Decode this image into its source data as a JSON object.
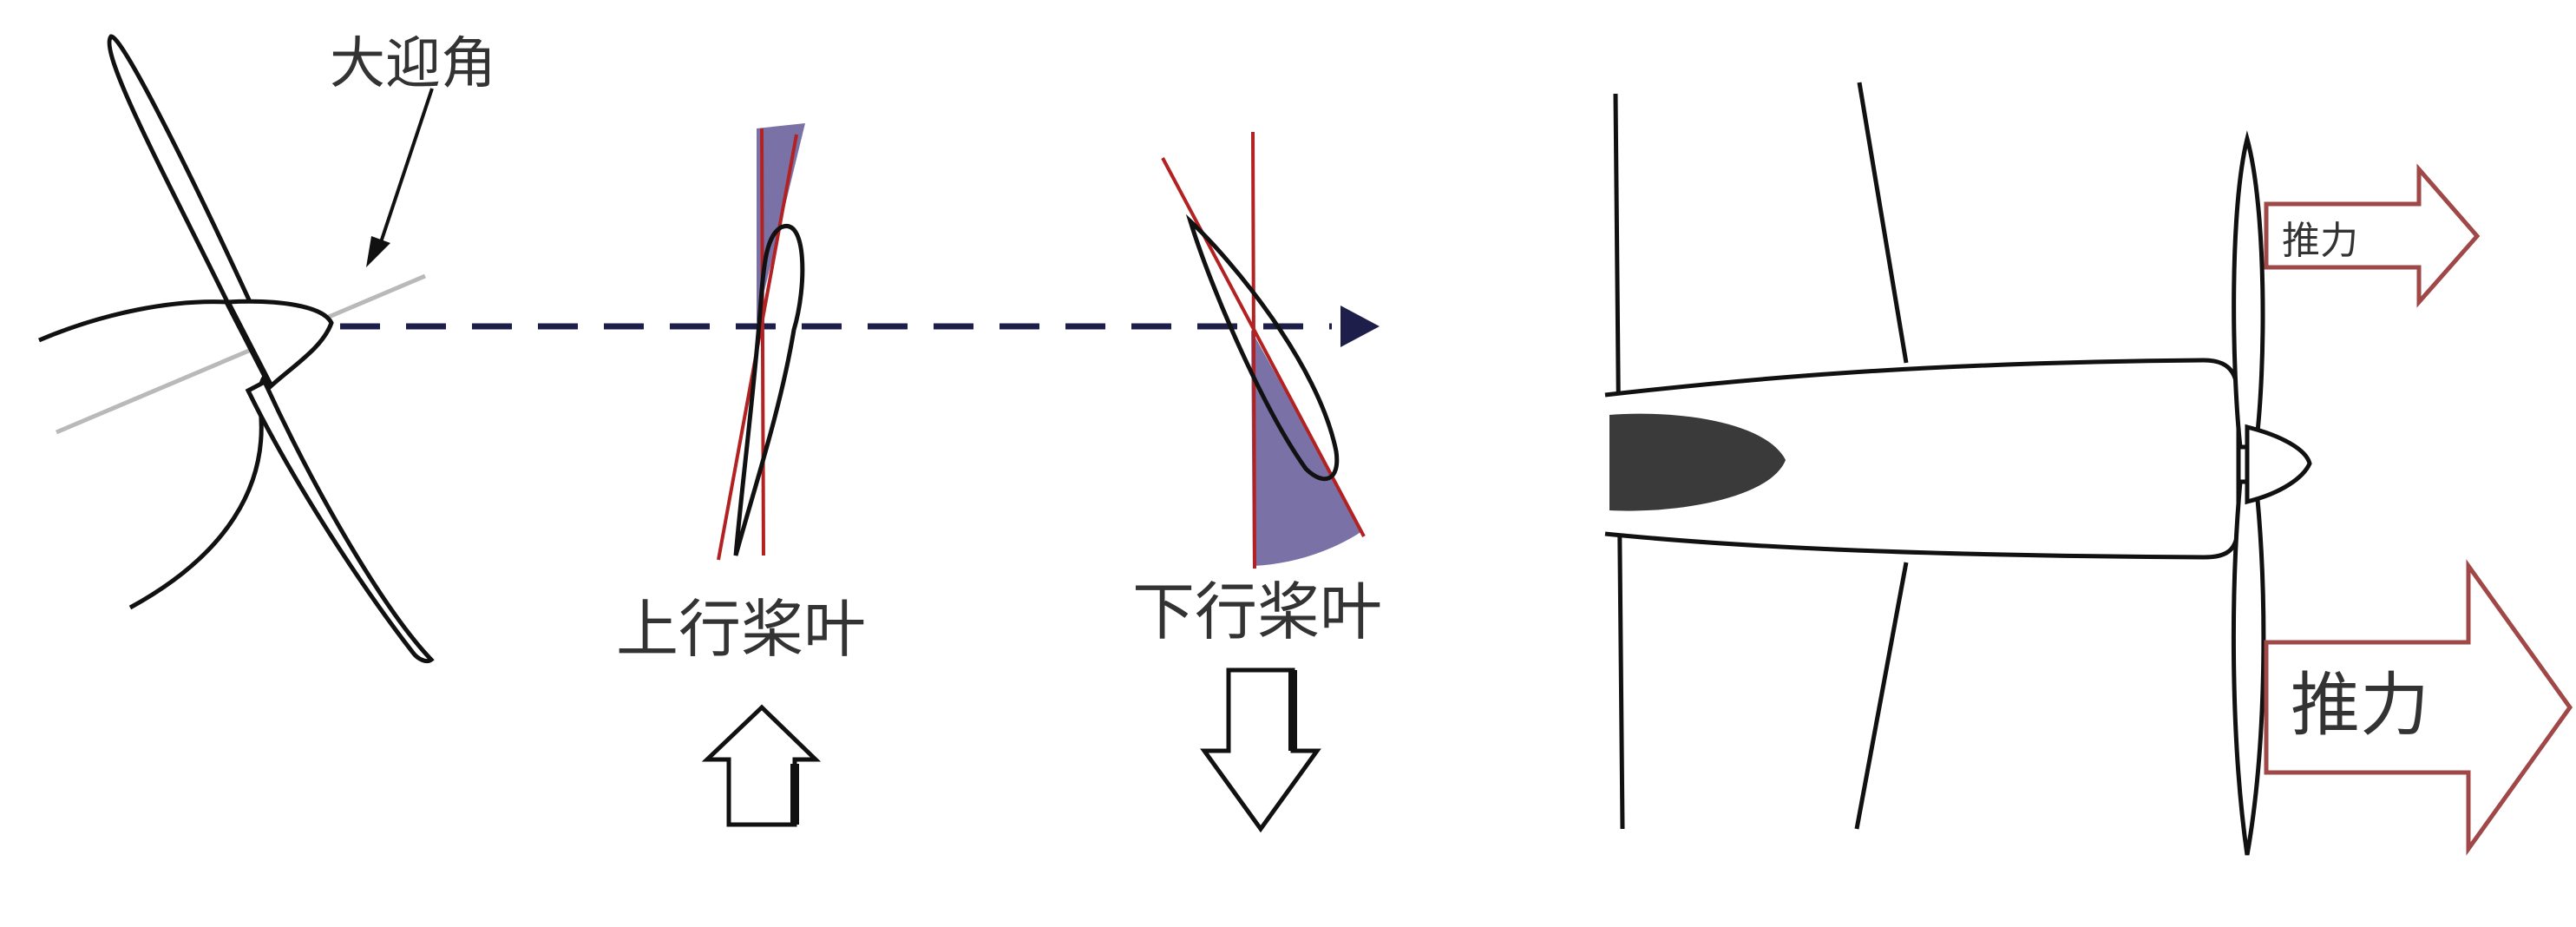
{
  "labels": {
    "high_aoa": "大迎角",
    "upgoing_blade": "上行桨叶",
    "downgoing_blade": "下行桨叶",
    "thrust_small": "推力",
    "thrust_large": "推力"
  },
  "colors": {
    "ink": "#111111",
    "dash_line": "#1e1e4a",
    "sweep_fill": "#7a72a6",
    "reference_line": "#b22222",
    "thrust_arrow": "#a04848",
    "spinner_dark": "#3a3a3a",
    "axis_line": "#b9b9b9"
  }
}
